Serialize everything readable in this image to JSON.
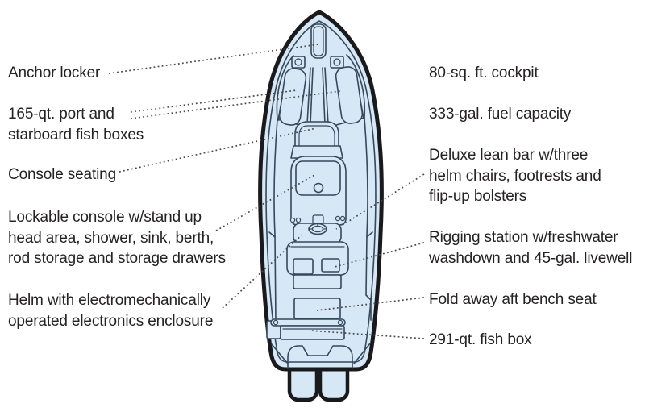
{
  "title": "Boat deck plan with feature callouts",
  "colors": {
    "background": "#ffffff",
    "hull_fill": "#d6e8f5",
    "hull_outline": "#1a1a1c",
    "detail_line": "#35485c",
    "leader_dots": "#4b4b4b",
    "text": "#262223"
  },
  "labels": {
    "left": [
      {
        "id": "anchor-locker",
        "text": "Anchor locker"
      },
      {
        "id": "fish-boxes",
        "text": "165-qt. port and\nstarboard fish boxes"
      },
      {
        "id": "console-seating",
        "text": "Console seating"
      },
      {
        "id": "lockable-console",
        "text": "Lockable console w/stand up\nhead area, shower, sink, berth,\nrod storage and storage drawers"
      },
      {
        "id": "helm",
        "text": "Helm with electromechanically\noperated electronics enclosure"
      }
    ],
    "right": [
      {
        "id": "cockpit",
        "text": "80-sq. ft. cockpit"
      },
      {
        "id": "fuel-capacity",
        "text": "333-gal. fuel capacity"
      },
      {
        "id": "lean-bar",
        "text": "Deluxe lean bar w/three\nhelm chairs, footrests and\nflip-up bolsters"
      },
      {
        "id": "rigging-station",
        "text": "Rigging station w/freshwater\nwashdown and 45-gal. livewell"
      },
      {
        "id": "aft-bench-seat",
        "text": "Fold away aft bench seat"
      },
      {
        "id": "fish-box-291",
        "text": "291-qt. fish box"
      }
    ]
  }
}
